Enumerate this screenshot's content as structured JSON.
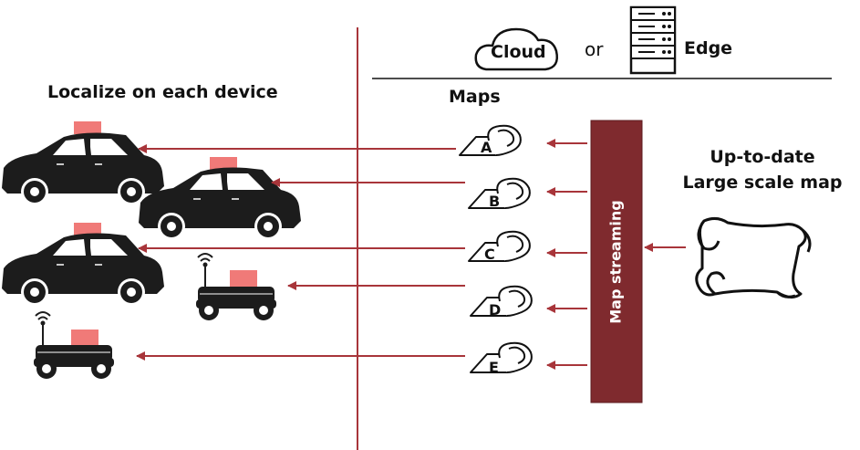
{
  "header": {
    "cloud_label": "Cloud",
    "or_label": "or",
    "edge_label": "Edge"
  },
  "left_heading": "Localize on each device",
  "maps_heading": "Maps",
  "map_labels": [
    "A",
    "B",
    "C",
    "D",
    "E"
  ],
  "streaming_label": "Map streaming",
  "right_title_line1": "Up-to-date",
  "right_title_line2": "Large scale map",
  "colors": {
    "accent": "#a8353a",
    "block": "#7f2a2e",
    "vehicle": "#1c1c1c",
    "sensor": "#f07a78"
  },
  "icons": [
    "cloud-icon",
    "server-icon",
    "map-scroll-icon",
    "large-scroll-icon",
    "car-icon",
    "robot-icon"
  ]
}
